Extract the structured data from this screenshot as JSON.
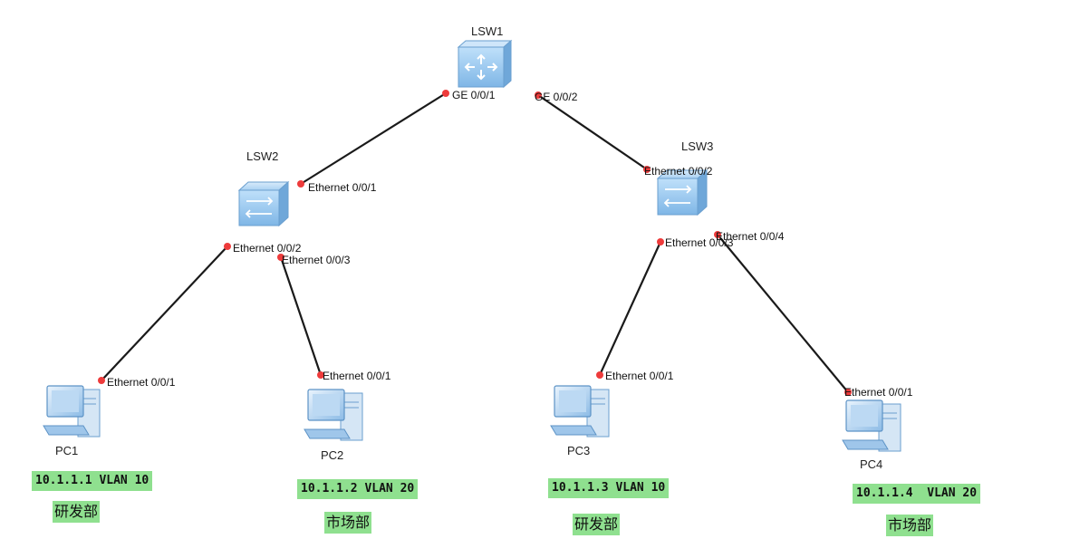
{
  "devices": {
    "lsw1": {
      "label": "LSW1"
    },
    "lsw2": {
      "label": "LSW2"
    },
    "lsw3": {
      "label": "LSW3"
    },
    "pc1": {
      "label": "PC1"
    },
    "pc2": {
      "label": "PC2"
    },
    "pc3": {
      "label": "PC3"
    },
    "pc4": {
      "label": "PC4"
    }
  },
  "ports": {
    "lsw1_g1": "GE 0/0/1",
    "lsw1_g2": "GE 0/0/2",
    "lsw2_e1": "Ethernet 0/0/1",
    "lsw2_e2": "Ethernet 0/0/2",
    "lsw2_e3": "Ethernet 0/0/3",
    "lsw3_e2": "Ethernet 0/0/2",
    "lsw3_e3": "Ethernet 0/0/3",
    "lsw3_e4": "Ethernet 0/0/4",
    "pc1_e1": "Ethernet 0/0/1",
    "pc2_e1": "Ethernet 0/0/1",
    "pc3_e1": "Ethernet 0/0/1",
    "pc4_e1": "Ethernet 0/0/1"
  },
  "annotations": {
    "pc1_ip": "10.1.1.1 VLAN 10",
    "pc2_ip": "10.1.1.2 VLAN 20",
    "pc3_ip": "10.1.1.3 VLAN 10",
    "pc4_ip": "10.1.1.4  VLAN 20",
    "pc1_dept": "研发部",
    "pc2_dept": "市场部",
    "pc3_dept": "研发部",
    "pc4_dept": "市场部"
  },
  "colors": {
    "link": "#1a1a1a",
    "port_dot": "#ee3b3b",
    "highlight": "#8fe08f",
    "device_blue": "#7fb6e6"
  },
  "icons": {
    "core_switch": "layer3-switch-icon",
    "access_switch": "layer2-switch-icon",
    "pc": "desktop-pc-icon"
  }
}
